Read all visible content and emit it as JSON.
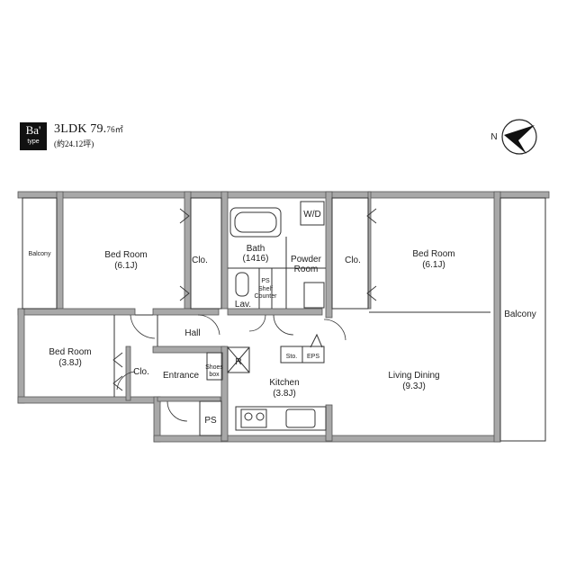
{
  "header": {
    "type_code": "Ba'",
    "type_sub": "type",
    "layout": "3LDK",
    "area_main": "79.",
    "area_small": "76㎡",
    "tsubo": "(約24.12坪)"
  },
  "compass": {
    "north_label": "N"
  },
  "rooms": {
    "bed_room_nw": {
      "name": "Bed Room",
      "size": "(6.1J)"
    },
    "bed_room_ne": {
      "name": "Bed Room",
      "size": "(6.1J)"
    },
    "bed_room_w": {
      "name": "Bed Room",
      "size": "(3.8J)"
    },
    "balcony_left": "Balcony",
    "balcony_right": "Balcony",
    "closet_left": "Clo.",
    "closet_right": "Clo.",
    "closet_small": "Clo.",
    "bath": {
      "name": "Bath",
      "size": "(1416)"
    },
    "powder_room": {
      "line1": "Powder",
      "line2": "Room"
    },
    "washer": "W/D",
    "lav": "Lav.",
    "ps_top": "PS",
    "shelf_counter": {
      "line1": "Shelf",
      "line2": "Counter"
    },
    "hall": "Hall",
    "entrance": "Entrance",
    "shoes_box": {
      "line1": "Shoes",
      "line2": "box"
    },
    "ps_bottom": "PS",
    "fridge": "R",
    "storage": "Sto.",
    "eps": "EPS",
    "kitchen": {
      "name": "Kitchen",
      "size": "(3.8J)"
    },
    "living_dining": {
      "name": "Living Dining",
      "size": "(9.3J)"
    }
  }
}
